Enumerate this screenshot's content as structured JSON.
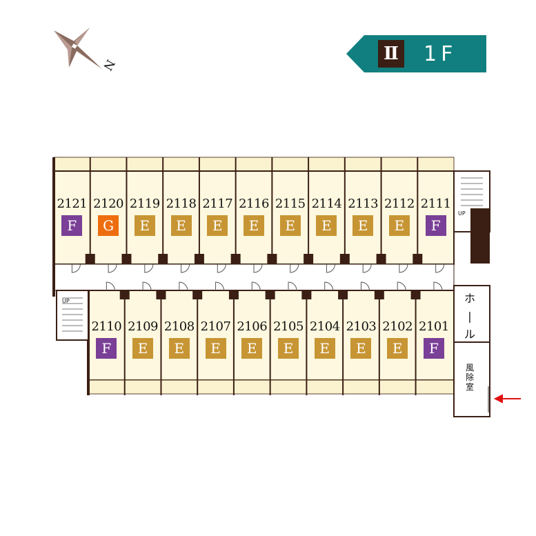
{
  "compass": {
    "north_label": "N",
    "icon": "compass-star-icon"
  },
  "floor": {
    "building": "Ⅱ",
    "label": "1F",
    "banner_color": "#117f7f"
  },
  "colors": {
    "F": "#7a3f96",
    "G": "#ee6d0f",
    "E": "#c79534",
    "room_fill": "#fdf8df",
    "wall": "#3b1f14"
  },
  "north_rooms": [
    {
      "number": "2121",
      "type": "F"
    },
    {
      "number": "2120",
      "type": "G"
    },
    {
      "number": "2119",
      "type": "E"
    },
    {
      "number": "2118",
      "type": "E"
    },
    {
      "number": "2117",
      "type": "E"
    },
    {
      "number": "2116",
      "type": "E"
    },
    {
      "number": "2115",
      "type": "E"
    },
    {
      "number": "2114",
      "type": "E"
    },
    {
      "number": "2113",
      "type": "E"
    },
    {
      "number": "2112",
      "type": "E"
    },
    {
      "number": "2111",
      "type": "F"
    }
  ],
  "south_rooms": [
    {
      "number": "2110",
      "type": "F"
    },
    {
      "number": "2109",
      "type": "E"
    },
    {
      "number": "2108",
      "type": "E"
    },
    {
      "number": "2107",
      "type": "E"
    },
    {
      "number": "2106",
      "type": "E"
    },
    {
      "number": "2105",
      "type": "E"
    },
    {
      "number": "2104",
      "type": "E"
    },
    {
      "number": "2103",
      "type": "E"
    },
    {
      "number": "2102",
      "type": "E"
    },
    {
      "number": "2101",
      "type": "F"
    }
  ],
  "labels": {
    "hall": "ホール",
    "vestibule": "風除室",
    "stairs_up": "UP"
  },
  "entrance": {
    "arrow_color": "#e01010"
  }
}
